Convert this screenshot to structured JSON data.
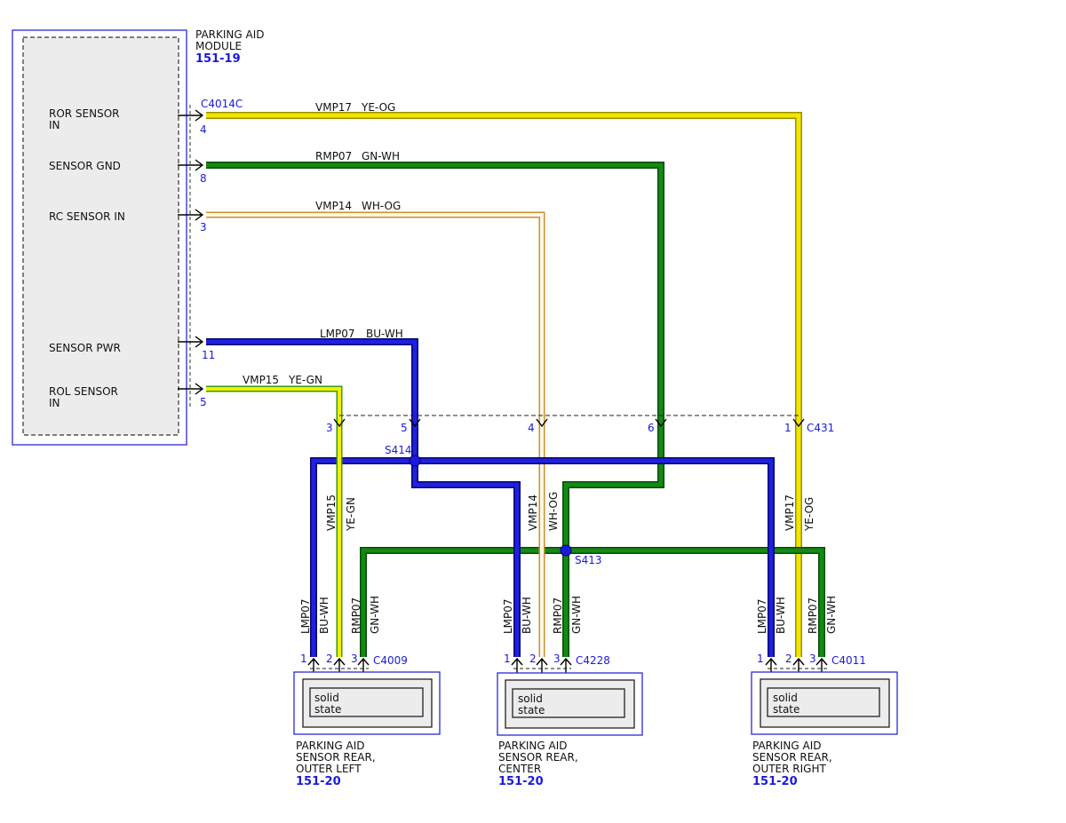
{
  "module": {
    "title_line1": "PARKING AID",
    "title_line2": "MODULE",
    "code": "151-19",
    "connector": "C4014C",
    "pins": [
      {
        "label_line1": "ROR SENSOR",
        "label_line2": "IN",
        "pin": "4"
      },
      {
        "label_line1": "SENSOR GND",
        "label_line2": "",
        "pin": "8"
      },
      {
        "label_line1": "RC SENSOR IN",
        "label_line2": "",
        "pin": "3"
      },
      {
        "label_line1": "SENSOR PWR",
        "label_line2": "",
        "pin": "11"
      },
      {
        "label_line1": "ROL SENSOR",
        "label_line2": "IN",
        "pin": "5"
      }
    ]
  },
  "wires": {
    "vmp17": {
      "circuit": "VMP17",
      "color_code": "YE-OG",
      "fill": "#f2e600",
      "edge": "#9a8f00"
    },
    "rmp07": {
      "circuit": "RMP07",
      "color_code": "GN-WH",
      "fill": "#138a13",
      "edge": "#0a4a0a"
    },
    "vmp14": {
      "circuit": "VMP14",
      "color_code": "WH-OG",
      "fill": "#fff6e6",
      "edge": "#c8922c"
    },
    "lmp07": {
      "circuit": "LMP07",
      "color_code": "BU-WH",
      "fill": "#2020e0",
      "edge": "#05056e"
    },
    "vmp15": {
      "circuit": "VMP15",
      "color_code": "YE-GN",
      "fill": "#f2f000",
      "edge": "#3a9a1a"
    }
  },
  "inline_connector": {
    "name": "C431",
    "pins": [
      "3",
      "5",
      "4",
      "6",
      "1"
    ]
  },
  "splices": [
    "S414",
    "S413"
  ],
  "sensors": [
    {
      "connector": "C4009",
      "pins": [
        "1",
        "2",
        "3"
      ],
      "body_line1": "solid",
      "body_line2": "state",
      "name_line1": "PARKING AID",
      "name_line2": "SENSOR REAR,",
      "name_line3": "OUTER LEFT",
      "code": "151-20"
    },
    {
      "connector": "C4228",
      "pins": [
        "1",
        "2",
        "3"
      ],
      "body_line1": "solid",
      "body_line2": "state",
      "name_line1": "PARKING AID",
      "name_line2": "SENSOR REAR,",
      "name_line3": "CENTER",
      "code": "151-20"
    },
    {
      "connector": "C4011",
      "pins": [
        "1",
        "2",
        "3"
      ],
      "body_line1": "solid",
      "body_line2": "state",
      "name_line1": "PARKING AID",
      "name_line2": "SENSOR REAR,",
      "name_line3": "OUTER RIGHT",
      "code": "151-20"
    }
  ],
  "colors": {
    "outline_blue": "#2a2ad8",
    "text_blue": "#1a1adc"
  }
}
